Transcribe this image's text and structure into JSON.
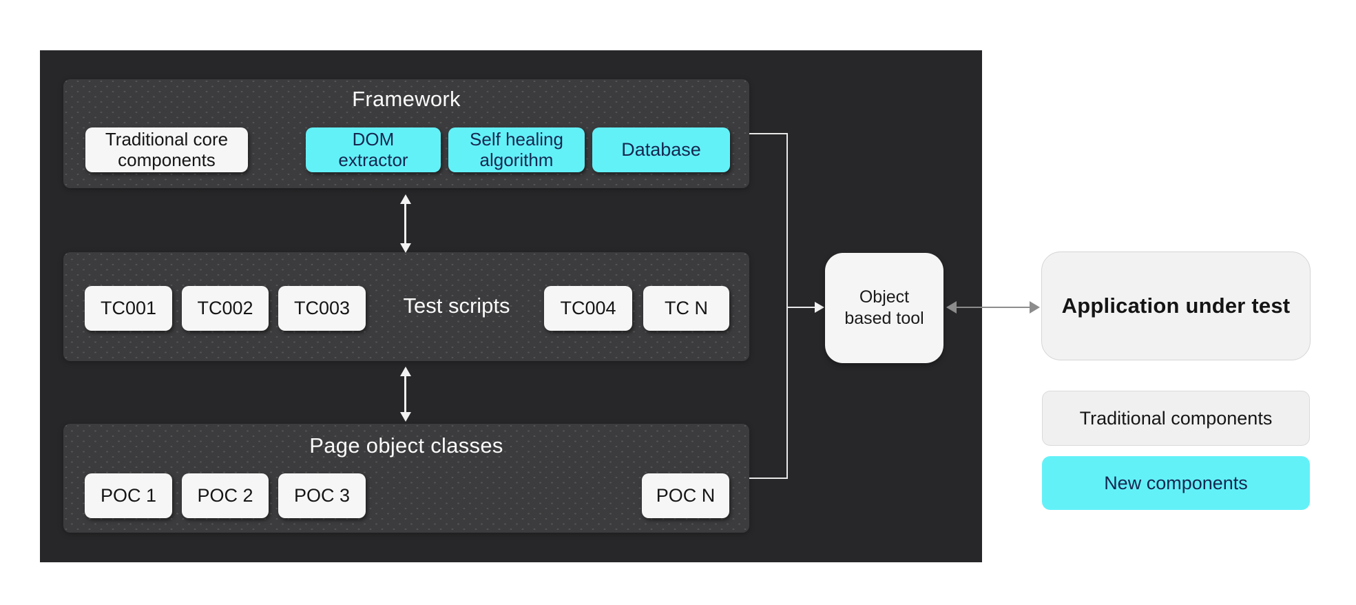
{
  "diagram": {
    "framework": {
      "title": "Framework",
      "boxes": [
        {
          "label": "Traditional core\ncomponents",
          "type": "traditional"
        },
        {
          "label": "DOM\nextractor",
          "type": "new"
        },
        {
          "label": "Self healing\nalgorithm",
          "type": "new"
        },
        {
          "label": "Database",
          "type": "new"
        }
      ]
    },
    "test_scripts": {
      "title": "Test scripts",
      "boxes": [
        {
          "label": "TC001",
          "type": "traditional"
        },
        {
          "label": "TC002",
          "type": "traditional"
        },
        {
          "label": "TC003",
          "type": "traditional"
        },
        {
          "label": "TC004",
          "type": "traditional"
        },
        {
          "label": "TC N",
          "type": "traditional"
        }
      ]
    },
    "page_object_classes": {
      "title": "Page object classes",
      "boxes": [
        {
          "label": "POC 1",
          "type": "traditional"
        },
        {
          "label": "POC 2",
          "type": "traditional"
        },
        {
          "label": "POC 3",
          "type": "traditional"
        },
        {
          "label": "POC N",
          "type": "traditional"
        }
      ]
    },
    "object_based_tool": {
      "label": "Object\nbased tool"
    },
    "application_under_test": {
      "label": "Application under test"
    },
    "legend": {
      "items": [
        {
          "label": "Traditional components",
          "type": "traditional"
        },
        {
          "label": "New components",
          "type": "new"
        }
      ]
    },
    "colors": {
      "canvas_bg": "#272729",
      "panel_bg": "#3c3c3e",
      "new_component_fill": "#63f1f8",
      "new_component_text": "#15274f",
      "traditional_component_fill": "#f6f6f6",
      "white_line": "#e9e9e9",
      "gray_arrow": "#8c8c8c"
    }
  }
}
